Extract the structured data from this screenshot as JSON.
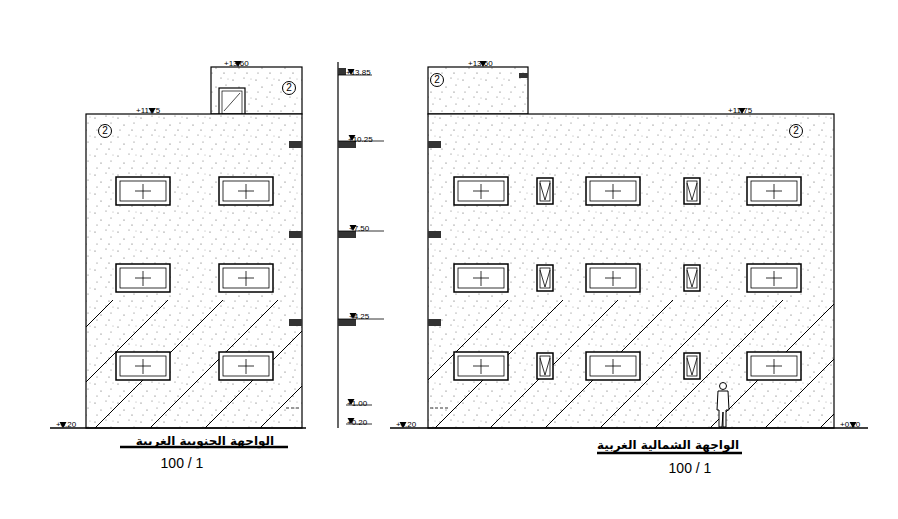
{
  "diagram": {
    "nodes": [
      {
        "text": [
          "2"
        ]
      },
      {
        "text": [
          "2"
        ]
      },
      {
        "text": [
          "2"
        ]
      },
      {
        "text": [
          "2"
        ]
      }
    ],
    "labels": [
      "+13.60",
      "+11.75",
      "+13.85",
      "+10.25",
      "+7.50",
      "+4.25",
      "+1.00",
      "+0.20",
      "+0.20",
      "+13.60",
      "+11.75",
      "+0.20",
      "+0.20",
      "الواجهة الجنوبية الغربية",
      "100 / 1",
      "الواجهة الشمالية الغربية",
      "100 / 1"
    ]
  }
}
